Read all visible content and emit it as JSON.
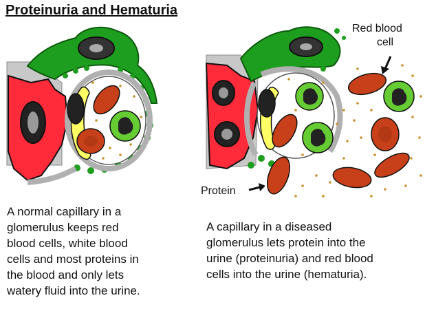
{
  "title": "Proteinuria and Hematuria",
  "labels": {
    "red_blood_cell": [
      "Red blood",
      "cell"
    ],
    "protein": "Protein"
  },
  "captions": {
    "normal": [
      "A normal capillary in a",
      "glomerulus keeps red",
      "blood cells, white blood",
      "cells and most proteins in",
      "the blood and only lets",
      "watery fluid into the urine."
    ],
    "diseased": [
      "A capillary in a diseased",
      "glomerulus lets protein into the",
      "urine (proteinuria) and red blood",
      "cells into the urine (hematuria)."
    ]
  },
  "colors": {
    "red_blood_cell": "#c8401a",
    "white_blood_cell": "#66cc33",
    "endothelial_cell": "#ff2a3a",
    "podocyte": "#1e9e1e",
    "basement_membrane": "#b0b0b0",
    "capillary_lumen": "#ffff66",
    "nucleus": "#222222",
    "protein_dot": "#c8902a"
  }
}
